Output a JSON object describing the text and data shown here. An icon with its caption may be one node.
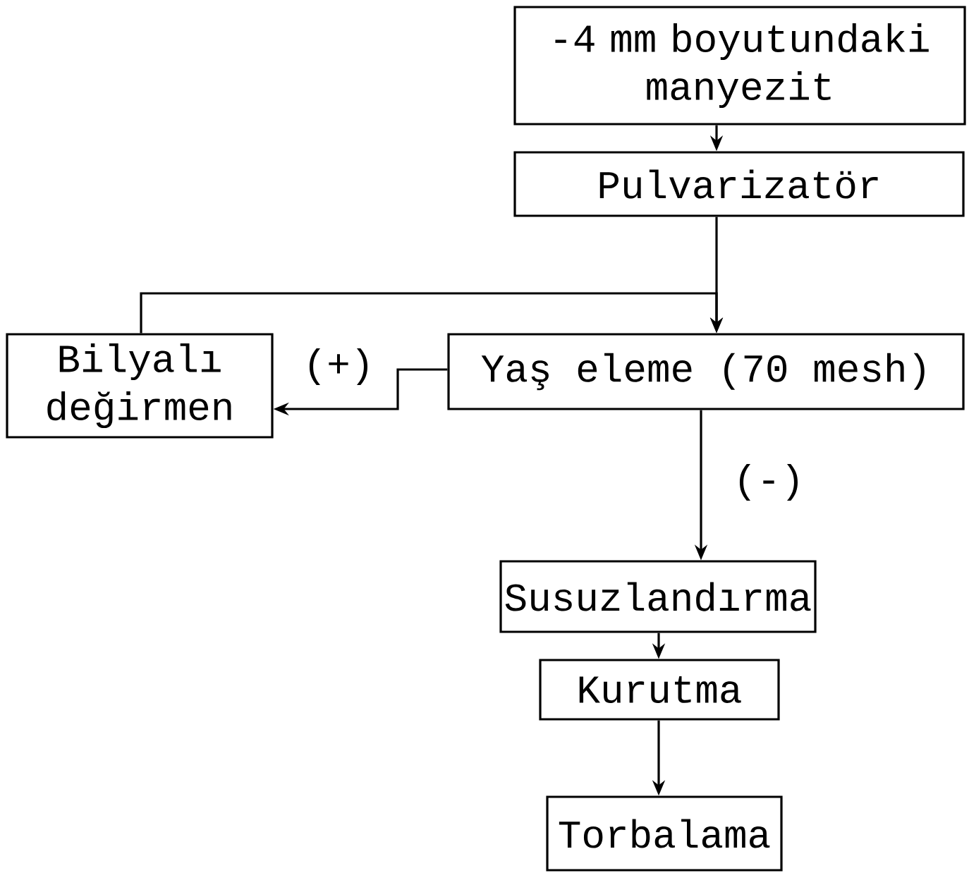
{
  "diagram": {
    "nodes": [
      {
        "text": [
          "-4 mm boyutundaki manyezit"
        ]
      },
      {
        "text": [
          "Pulvarizatör"
        ]
      },
      {
        "text": [
          "Bilyalı değirmen"
        ]
      },
      {
        "text": [
          "Yaş eleme (70 mesh)"
        ]
      },
      {
        "text": [
          "Susuzlandırma"
        ]
      },
      {
        "text": [
          "Kurutma"
        ]
      },
      {
        "text": [
          "Torbalama"
        ]
      }
    ],
    "edges": [
      {
        "from": 0,
        "to": 1,
        "arrow": "to"
      },
      {
        "from": 1,
        "to": 3,
        "arrow": "to"
      },
      {
        "from": 3,
        "to": 2,
        "arrow": "to",
        "label": "(+)"
      },
      {
        "from": 2,
        "to": 3,
        "arrow": "to"
      },
      {
        "from": 3,
        "to": 4,
        "arrow": "to",
        "label": "(-)"
      },
      {
        "from": 4,
        "to": 5,
        "arrow": "to"
      },
      {
        "from": 5,
        "to": 6,
        "arrow": "to"
      }
    ]
  }
}
